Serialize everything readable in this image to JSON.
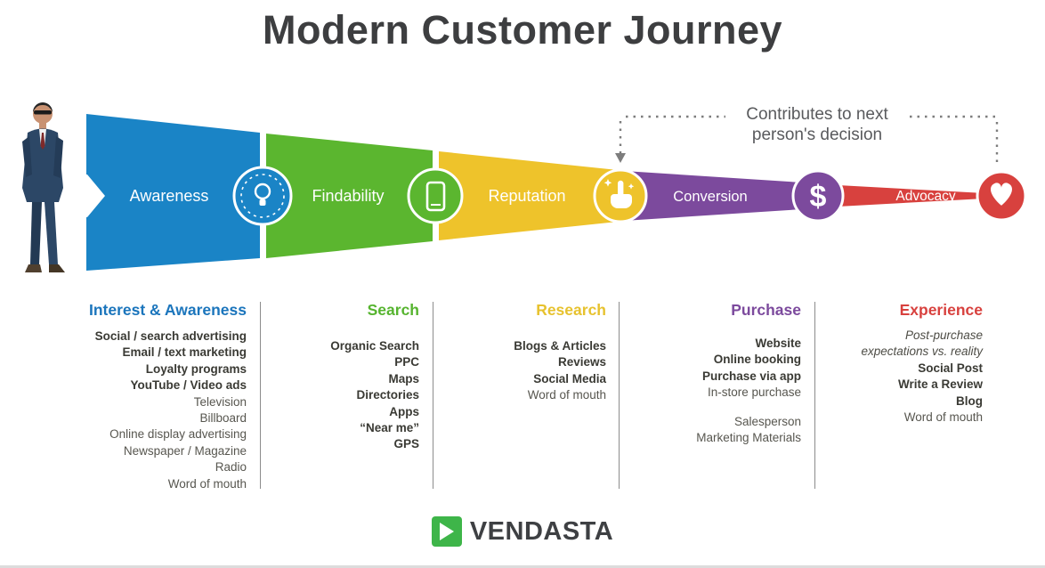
{
  "title": "Modern Customer Journey",
  "annotation": {
    "line1": "Contributes to next",
    "line2": "person's decision"
  },
  "funnel": {
    "dollar_glyph": "$",
    "stages": [
      {
        "label": "Awareness",
        "color": "#1a84c6",
        "icon": "lightbulb-icon"
      },
      {
        "label": "Findability",
        "color": "#5bb62f",
        "icon": "phone-icon"
      },
      {
        "label": "Reputation",
        "color": "#eec32b",
        "icon": "tap-icon"
      },
      {
        "label": "Conversion",
        "color": "#7c4a9d",
        "icon": "dollar-icon"
      },
      {
        "label": "Advocacy",
        "color": "#d8413e",
        "icon": "heart-icon"
      }
    ]
  },
  "columns": [
    {
      "heading": "Interest & Awareness",
      "color": "#1b75bc",
      "items": [
        {
          "text": "Social / search advertising",
          "style": "bold"
        },
        {
          "text": "Email / text marketing",
          "style": "bold"
        },
        {
          "text": "Loyalty programs",
          "style": "bold"
        },
        {
          "text": "YouTube / Video ads",
          "style": "bold"
        },
        {
          "text": "Television",
          "style": "normal"
        },
        {
          "text": "Billboard",
          "style": "normal"
        },
        {
          "text": "Online display advertising",
          "style": "normal"
        },
        {
          "text": "Newspaper / Magazine",
          "style": "normal"
        },
        {
          "text": "Radio",
          "style": "normal"
        },
        {
          "text": "Word of mouth",
          "style": "normal"
        }
      ]
    },
    {
      "heading": "Search",
      "color": "#56b42f",
      "items": [
        {
          "text": "Organic Search",
          "style": "bold"
        },
        {
          "text": "PPC",
          "style": "bold"
        },
        {
          "text": "Maps",
          "style": "bold"
        },
        {
          "text": "Directories",
          "style": "bold"
        },
        {
          "text": "Apps",
          "style": "bold"
        },
        {
          "text": "“Near me”",
          "style": "bold"
        },
        {
          "text": "GPS",
          "style": "bold"
        }
      ]
    },
    {
      "heading": "Research",
      "color": "#e7c22e",
      "items": [
        {
          "text": "Blogs & Articles",
          "style": "bold"
        },
        {
          "text": "Reviews",
          "style": "bold"
        },
        {
          "text": "Social Media",
          "style": "bold"
        },
        {
          "text": "Word of mouth",
          "style": "normal"
        }
      ]
    },
    {
      "heading": "Purchase",
      "color": "#7c4a9d",
      "items": [
        {
          "text": "Website",
          "style": "bold"
        },
        {
          "text": "Online booking",
          "style": "bold"
        },
        {
          "text": "Purchase via app",
          "style": "bold"
        },
        {
          "text": "In-store purchase",
          "style": "normal"
        },
        {
          "text": "",
          "style": "spacer"
        },
        {
          "text": "Salesperson",
          "style": "normal"
        },
        {
          "text": "Marketing Materials",
          "style": "normal"
        }
      ]
    },
    {
      "heading": "Experience",
      "color": "#d8413e",
      "items": [
        {
          "text": "Post-purchase",
          "style": "italic"
        },
        {
          "text": "expectations vs. reality",
          "style": "italic"
        },
        {
          "text": "Social Post",
          "style": "bold"
        },
        {
          "text": "Write a Review",
          "style": "bold"
        },
        {
          "text": "Blog",
          "style": "bold"
        },
        {
          "text": "Word of mouth",
          "style": "normal"
        }
      ]
    }
  ],
  "logo": {
    "text": "VENDASTA"
  }
}
